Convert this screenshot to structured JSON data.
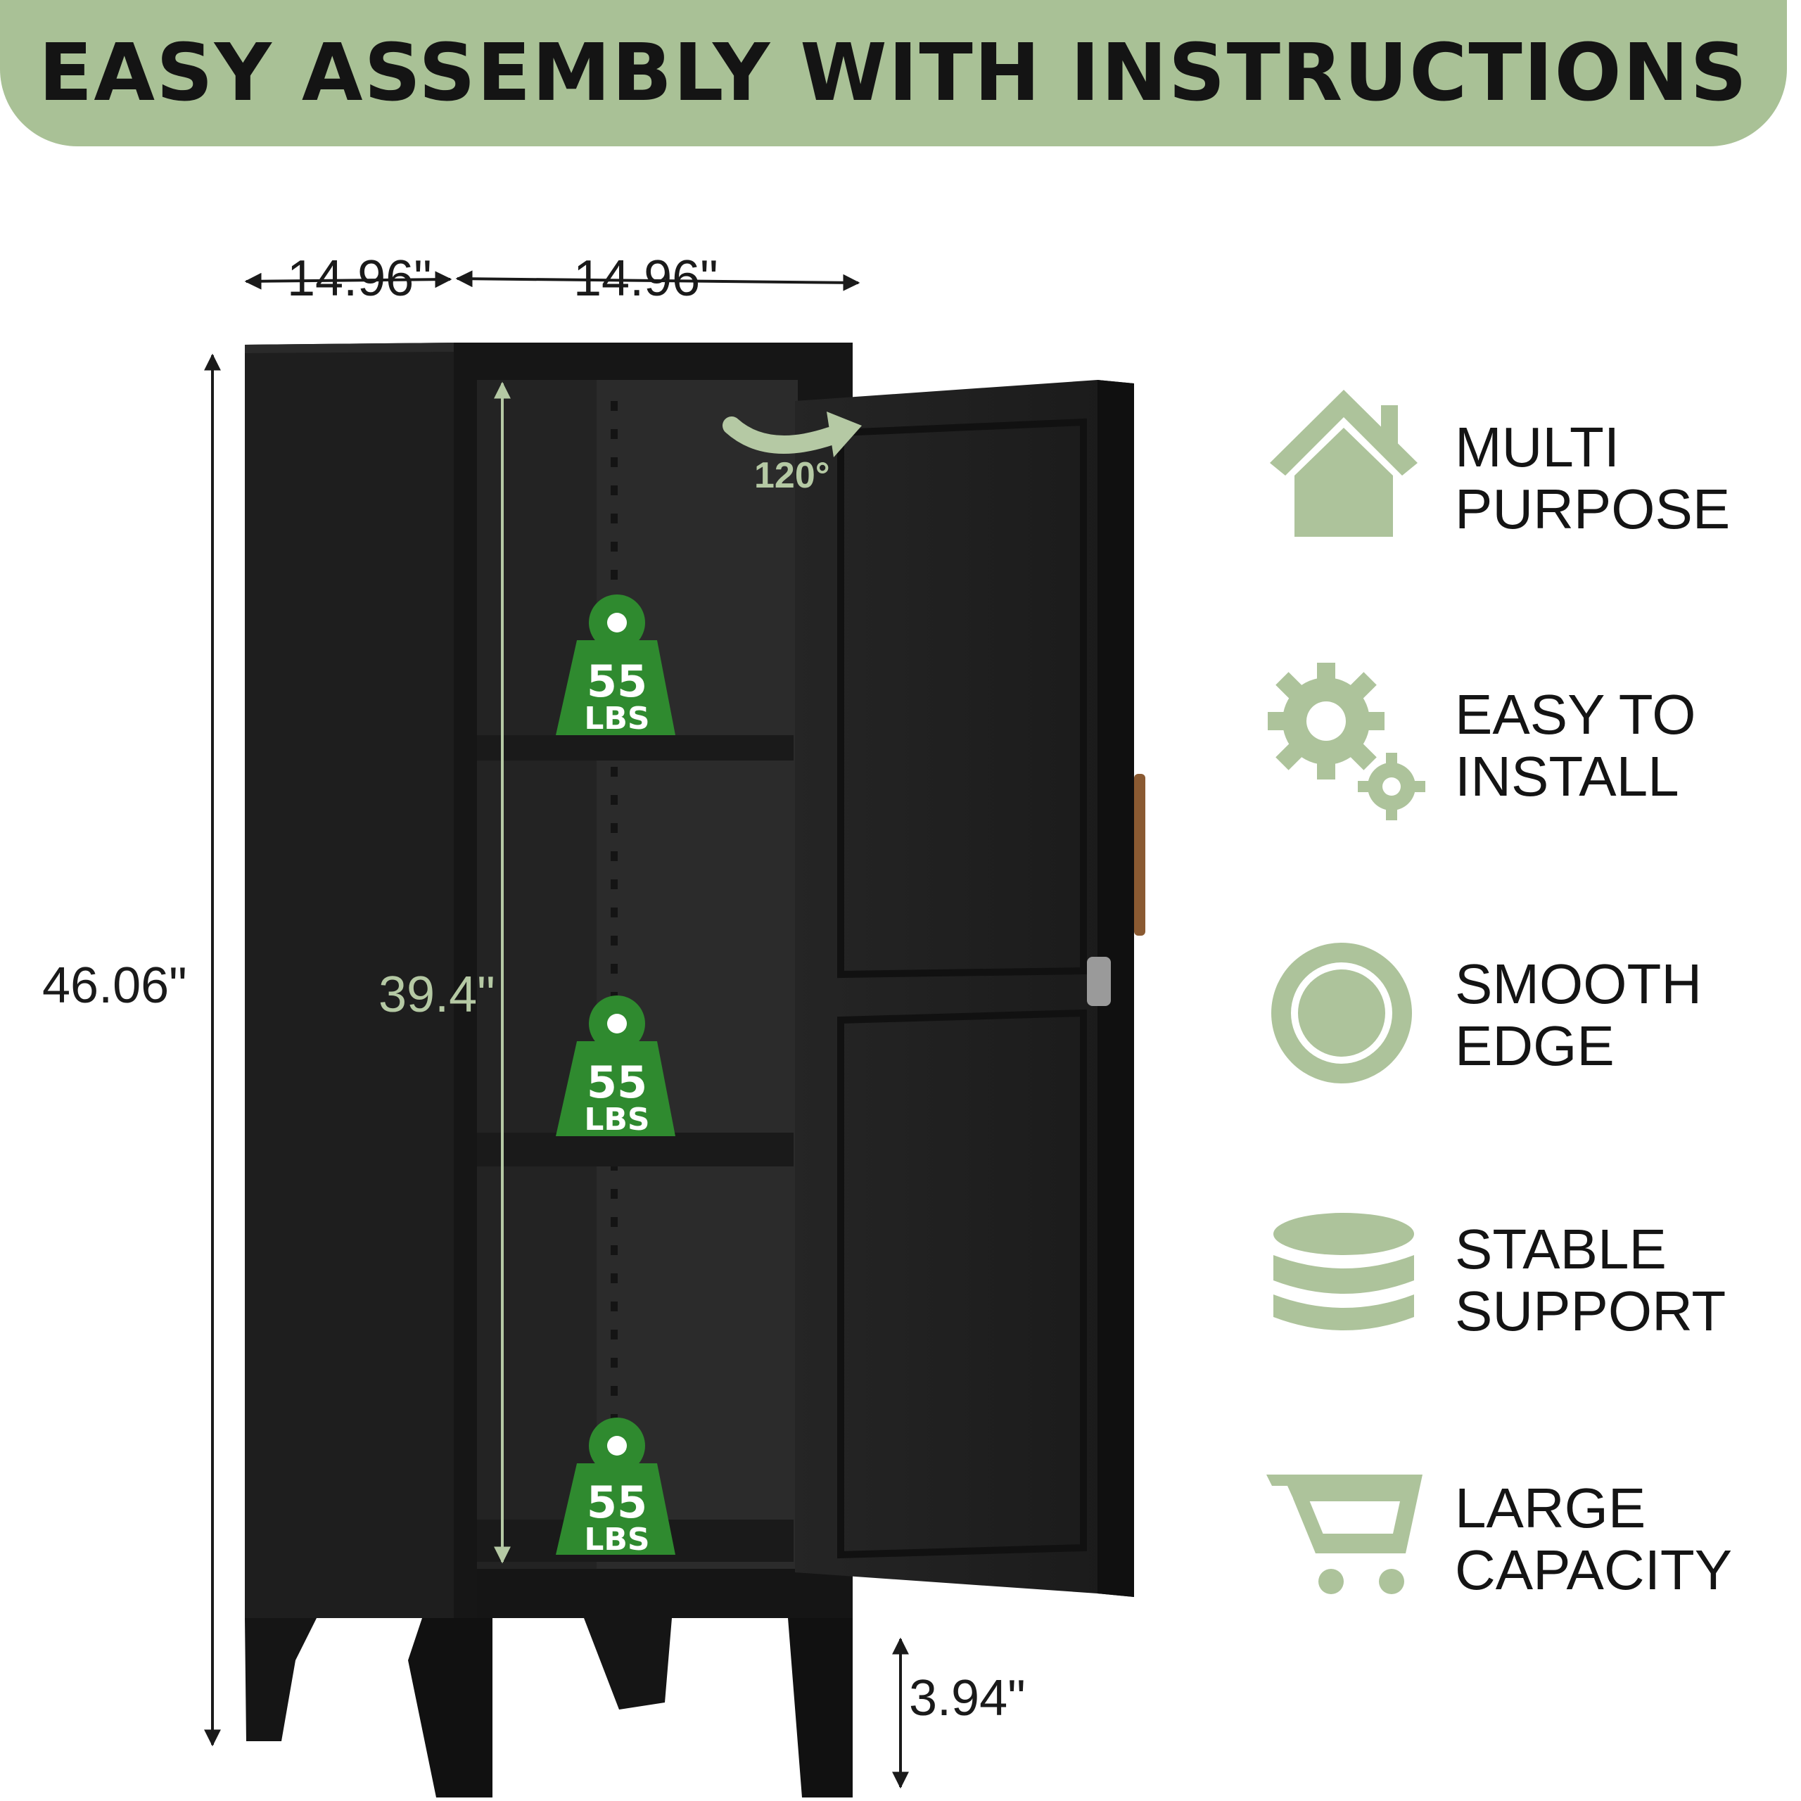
{
  "banner": {
    "title": "EASY ASSEMBLY WITH INSTRUCTIONS"
  },
  "dimensions": {
    "width": "14.96\"",
    "depth": "14.96\"",
    "height": "46.06\"",
    "interior_height": "39.4\"",
    "leg_height": "3.94\"",
    "door_angle": "120°"
  },
  "shelves": [
    {
      "load": "55",
      "unit": "LBS"
    },
    {
      "load": "55",
      "unit": "LBS"
    },
    {
      "load": "55",
      "unit": "LBS"
    }
  ],
  "features": [
    {
      "icon": "house-icon",
      "line1": "MULTI",
      "line2": "PURPOSE"
    },
    {
      "icon": "gears-icon",
      "line1": "EASY TO",
      "line2": "INSTALL"
    },
    {
      "icon": "circle-icon",
      "line1": "SMOOTH",
      "line2": "EDGE"
    },
    {
      "icon": "stack-icon",
      "line1": "STABLE",
      "line2": "SUPPORT"
    },
    {
      "icon": "cart-icon",
      "line1": "LARGE",
      "line2": "CAPACITY"
    }
  ],
  "colors": {
    "accent": "#a9c196",
    "icon": "#adc39b",
    "weight_green": "#2f8a2f",
    "cabinet": "#1c1c1c"
  }
}
